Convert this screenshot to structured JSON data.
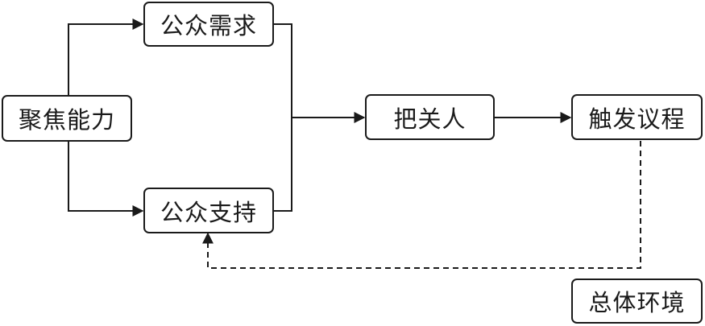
{
  "nodes": {
    "focus_ability": "聚焦能力",
    "public_demand": "公众需求",
    "public_support": "公众支持",
    "gatekeeper": "把关人",
    "trigger_agenda": "触发议程",
    "general_environment": "总体环境"
  },
  "colors": {
    "stroke": "#1a1a1a",
    "background": "#ffffff"
  }
}
